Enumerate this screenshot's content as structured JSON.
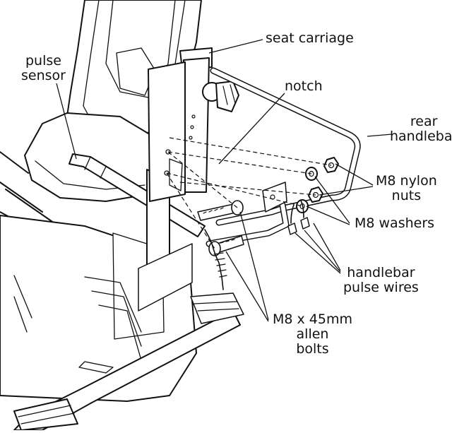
{
  "diagram": {
    "labels": {
      "pulse_sensor": [
        "pulse",
        "sensor"
      ],
      "seat_carriage": "seat carriage",
      "notch": "notch",
      "rear_handlebar": [
        "rear",
        "handlebar"
      ],
      "m8_nylon_nuts": [
        "M8 nylon",
        "nuts"
      ],
      "m8_washers": "M8 washers",
      "handlebar_pulse_wires": [
        "handlebar",
        "pulse wires"
      ],
      "allen_bolts": [
        "M8 x 45mm",
        "allen",
        "bolts"
      ]
    },
    "colors": {
      "line": "#111111",
      "background": "#ffffff"
    }
  }
}
